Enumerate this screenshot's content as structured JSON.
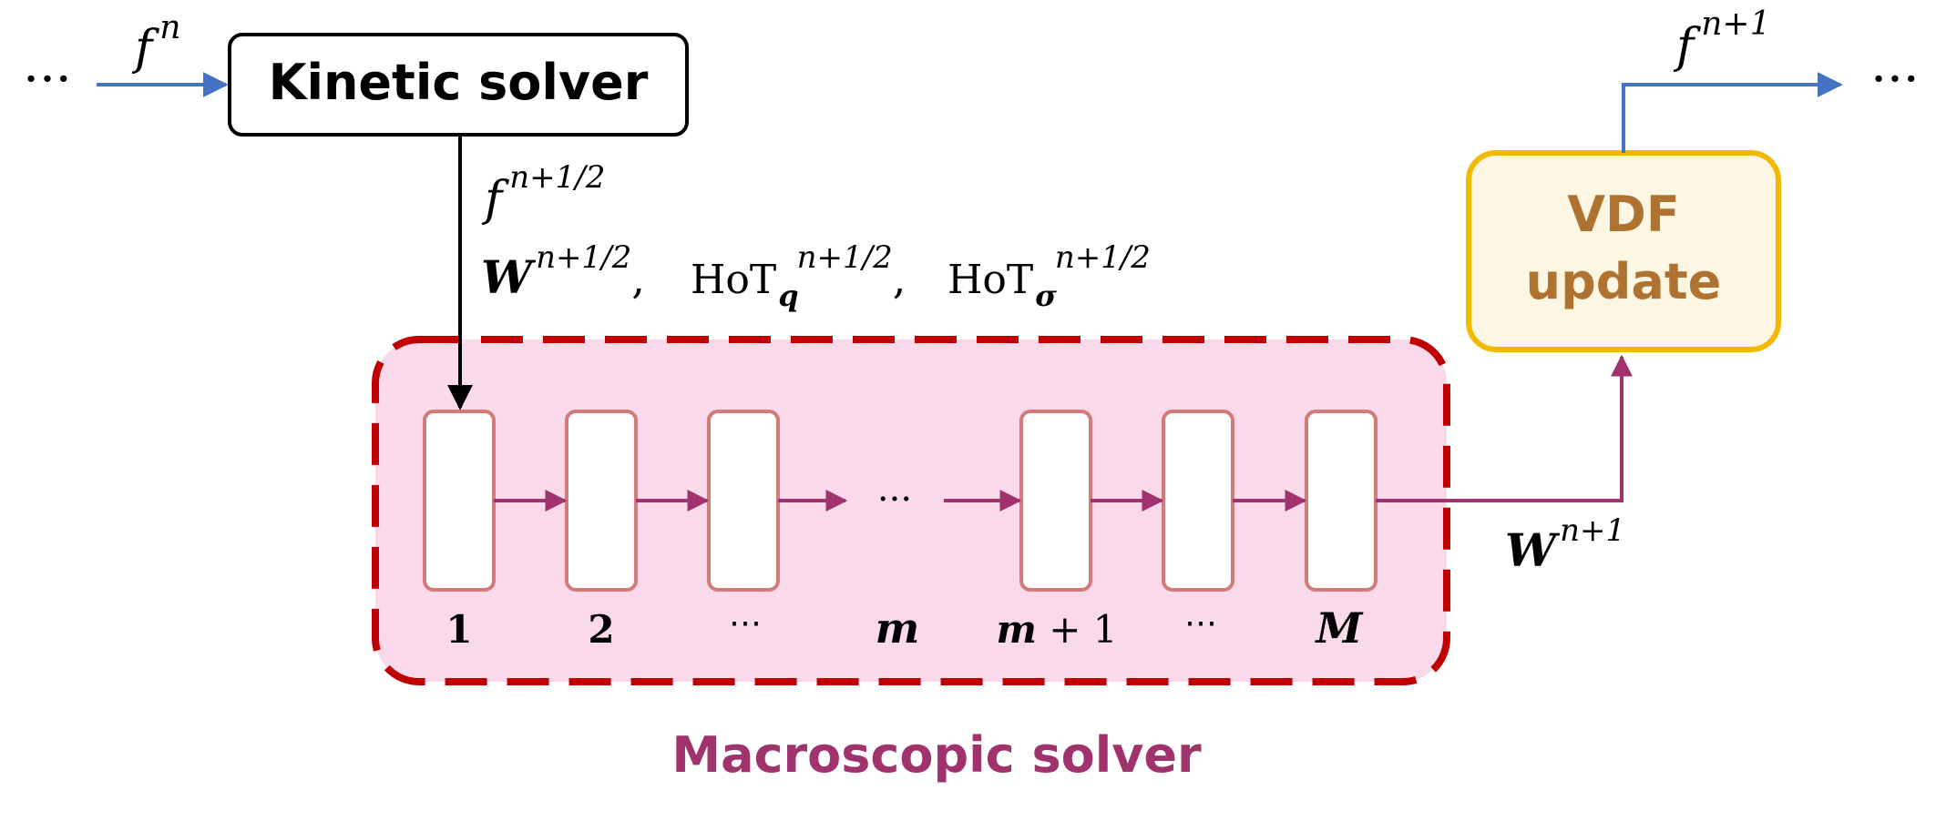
{
  "labels": {
    "dots_left": "···",
    "dots_right": "···",
    "dots_middle": "···",
    "f_symbol": "f",
    "f_in_sup": "n",
    "f_out_sup": "n+1",
    "f_half_sup": "n+1/2",
    "w_symbol": "W",
    "w_half_sup": "n+1/2",
    "comma1": ",",
    "hot_q_base": "HoT",
    "hot_q_sub": "q",
    "hot_q_sup": "n+1/2",
    "comma2": ",",
    "hot_s_base": "HoT",
    "hot_s_sub": "σ",
    "hot_s_sup": "n+1/2",
    "w_out_sup": "n+1"
  },
  "kinetic_solver": {
    "label": "Kinetic solver"
  },
  "vdf_update": {
    "line1": "VDF",
    "line2": "update"
  },
  "macroscopic_solver": {
    "label": "Macroscopic solver"
  },
  "steps": {
    "s1": "1",
    "s2": "2",
    "s3": "⋯",
    "s4_sym": "m",
    "s5_sym": "m",
    "s5_tail": " + 1",
    "s6": "⋯",
    "s7_sym": "M"
  },
  "colors": {
    "input_arrow": "#4472c4",
    "output_arrow": "#4472c4",
    "macro_fill": "#f9d9ea",
    "macro_border": "#c00000",
    "step_border": "#d47a7a",
    "internal_arrow": "#a0336e",
    "macro_label": "#a0336e",
    "vdf_fill": "#fdf6e3",
    "vdf_border": "#f5b800",
    "vdf_text": "#b07230"
  }
}
